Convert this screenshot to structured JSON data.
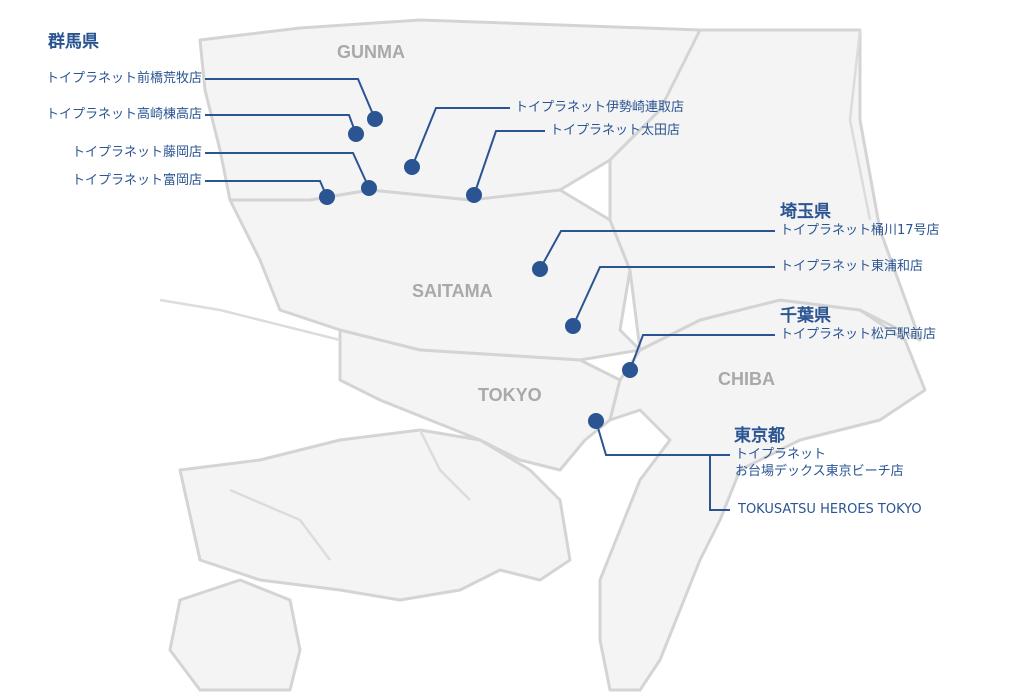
{
  "colors": {
    "accent": "#2a5592",
    "land": "#f4f4f4",
    "border": "#d4d4d4",
    "region_label": "#a9a9a9"
  },
  "regions": {
    "gunma": "GUNMA",
    "saitama": "SAITAMA",
    "tokyo": "TOKYO",
    "chiba": "CHIBA"
  },
  "prefectures": {
    "gunma": {
      "title": "群馬県",
      "stores": [
        "トイプラネット前橋荒牧店",
        "トイプラネット高崎棟高店",
        "トイプラネット藤岡店",
        "トイプラネット富岡店",
        "トイプラネット伊勢崎連取店",
        "トイプラネット太田店"
      ]
    },
    "saitama": {
      "title": "埼玉県",
      "stores": [
        "トイプラネット桶川17号店",
        "トイプラネット東浦和店"
      ]
    },
    "chiba": {
      "title": "千葉県",
      "stores": [
        "トイプラネット松戸駅前店"
      ]
    },
    "tokyo": {
      "title": "東京都",
      "stores": [
        "トイプラネット",
        "お台場デックス東京ビーチ店",
        "TOKUSATSU HEROES TOKYO"
      ]
    }
  }
}
